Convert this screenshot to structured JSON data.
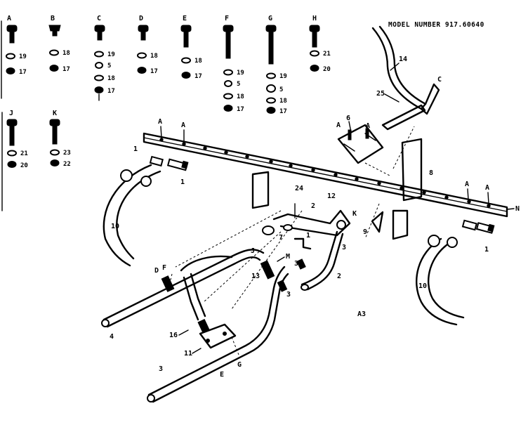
{
  "title": "MODEL NUMBER 917.60640",
  "figure_code": "A3",
  "hardware_columns": [
    {
      "letter": "A",
      "nums": [
        "19",
        "17"
      ]
    },
    {
      "letter": "B",
      "nums": [
        "18",
        "17"
      ]
    },
    {
      "letter": "C",
      "nums": [
        "19",
        "5",
        "18",
        "17"
      ]
    },
    {
      "letter": "D",
      "nums": [
        "18",
        "17"
      ]
    },
    {
      "letter": "E",
      "nums": [
        "18",
        "17"
      ]
    },
    {
      "letter": "F",
      "nums": [
        "19",
        "5",
        "18",
        "17"
      ]
    },
    {
      "letter": "G",
      "nums": [
        "19",
        "5",
        "18",
        "17"
      ]
    },
    {
      "letter": "H",
      "nums": [
        "21",
        "20"
      ]
    },
    {
      "letter": "J",
      "nums": [
        "21",
        "20"
      ]
    },
    {
      "letter": "K",
      "nums": [
        "23",
        "22"
      ]
    }
  ],
  "callouts": {
    "a1": "A",
    "a2": "A",
    "a3": "A",
    "a4": "A",
    "a5": "A",
    "a6": "A",
    "c_top": "C",
    "p14": "14",
    "p25": "25",
    "p6": "6",
    "p8": "8",
    "n_end": "N",
    "p1_left": "1",
    "p10_left": "10",
    "p10_right": "10",
    "p1_right": "1",
    "p24": "24",
    "p7": "7",
    "p2_mid": "2",
    "p1_mid": "1",
    "p12": "12",
    "k": "K",
    "p3_mid": "3",
    "p9_left": "9",
    "p2_low": "2",
    "j": "J",
    "m": "M",
    "p13": "13",
    "p3_low": "3",
    "p3b": "3",
    "d": "D",
    "f": "F",
    "p4": "4",
    "p16": "16",
    "p11": "11",
    "e": "E",
    "g": "G",
    "p3_bottom": "3"
  }
}
